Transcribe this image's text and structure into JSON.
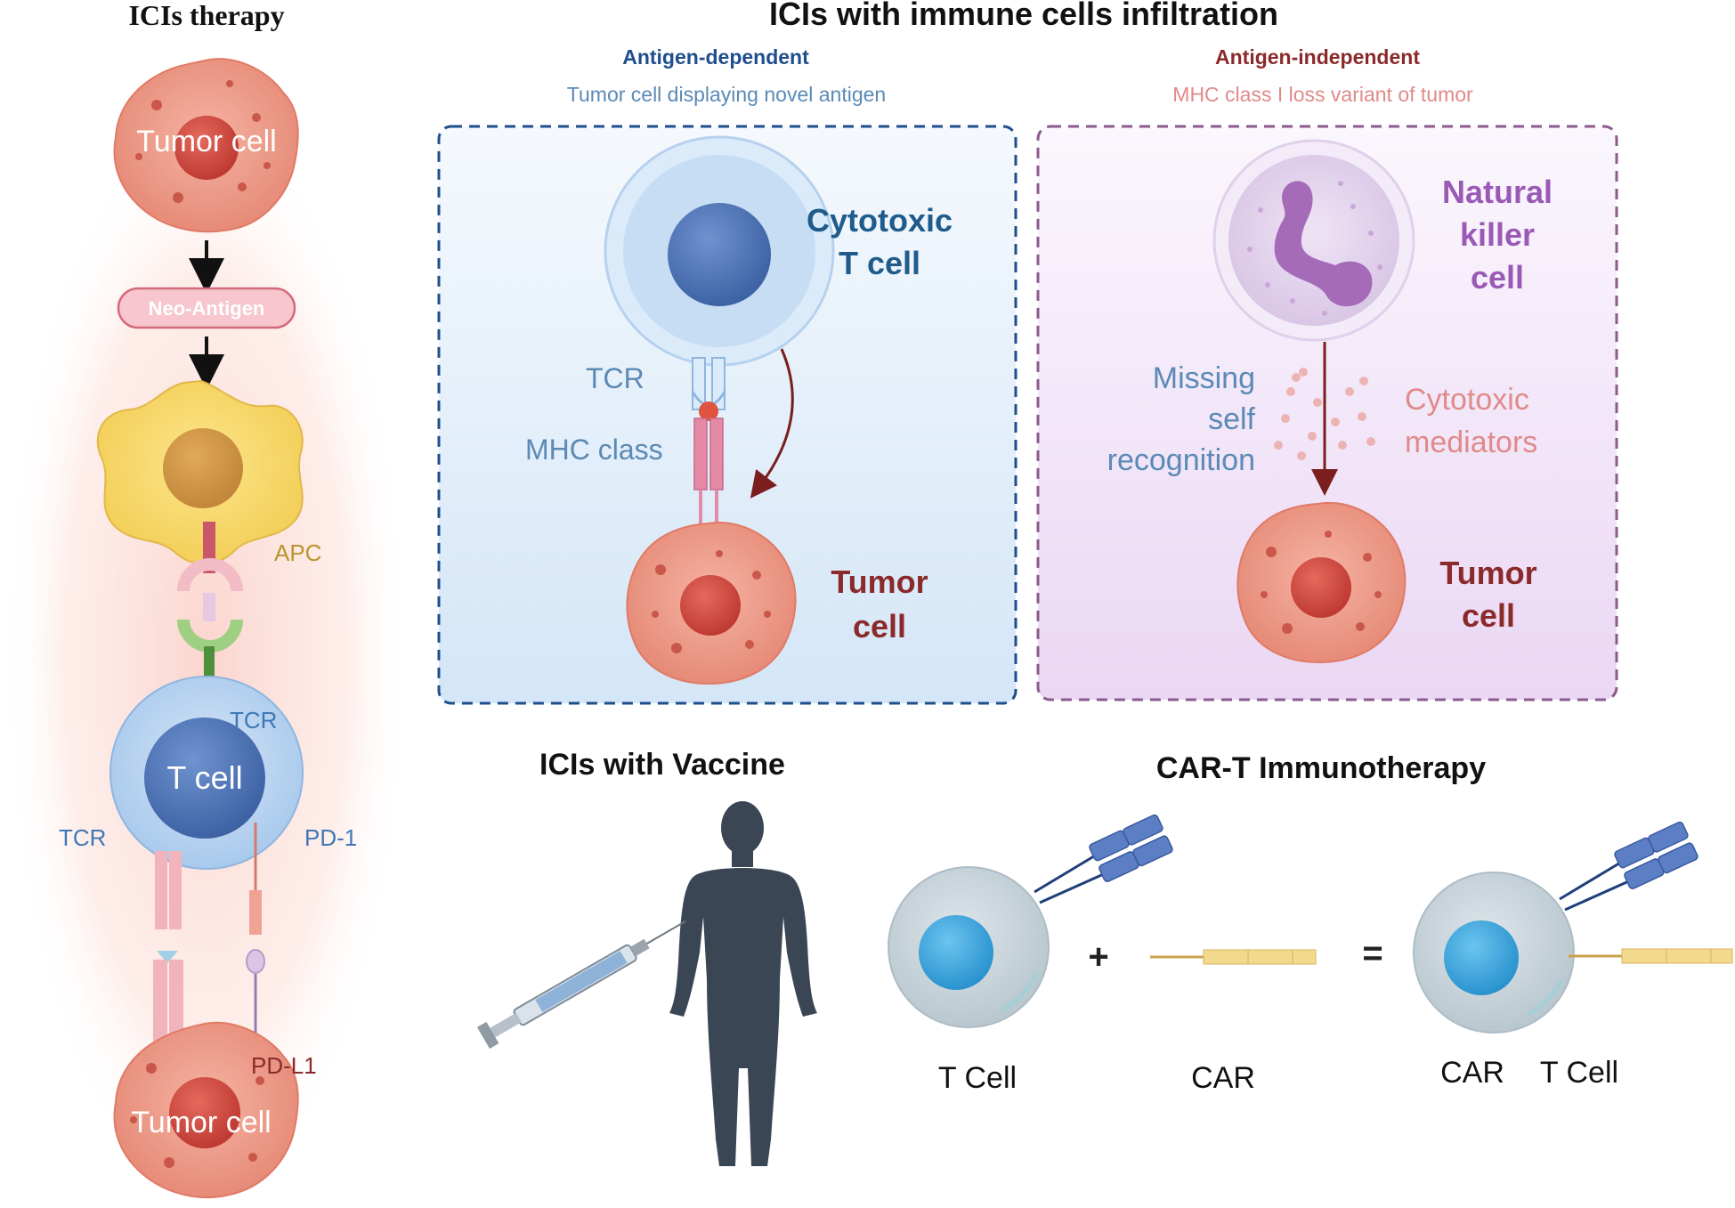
{
  "left_panel": {
    "title": "ICIs therapy",
    "tumor_top": "Tumor cell",
    "neo_antigen": "Neo-Antigen",
    "apc": "APC",
    "tcr_right": "TCR",
    "t_cell": "T cell",
    "tcr_left": "TCR",
    "pd1": "PD-1",
    "pdl1": "PD-L1",
    "tumor_bottom": "Tumor cell"
  },
  "infiltration": {
    "title": "ICIs with immune cells infiltration",
    "dependent": {
      "heading": "Antigen-dependent",
      "subheading": "Tumor cell displaying novel antigen",
      "cell_line1": "Cytotoxic",
      "cell_line2": "T cell",
      "tcr": "TCR",
      "mhc": "MHC class",
      "tumor_line1": "Tumor",
      "tumor_line2": "cell"
    },
    "independent": {
      "heading": "Antigen-independent",
      "subheading": "MHC class I loss variant of tumor",
      "nk_line1": "Natural",
      "nk_line2": "killer",
      "nk_line3": "cell",
      "missing_line1": "Missing",
      "missing_line2": "self",
      "missing_line3": "recognition",
      "mediators_line1": "Cytotoxic",
      "mediators_line2": "mediators",
      "tumor_line1": "Tumor",
      "tumor_line2": "cell"
    }
  },
  "vaccine": {
    "title": "ICIs  with Vaccine"
  },
  "cart": {
    "title": "CAR-T Immunotherapy",
    "plus": "+",
    "equals": "=",
    "t_cell": "T Cell",
    "car": "CAR",
    "car_t_car": "CAR",
    "car_t_cell": "T Cell"
  },
  "colors": {
    "dependent_blue": "#1f4e8c",
    "independent_red": "#8b2a2a",
    "nk_purple": "#9b59b6",
    "tumor_red": "#8b2a2a",
    "label_blue": "#5a8ab5",
    "mediator_pink": "#e08a8a"
  }
}
